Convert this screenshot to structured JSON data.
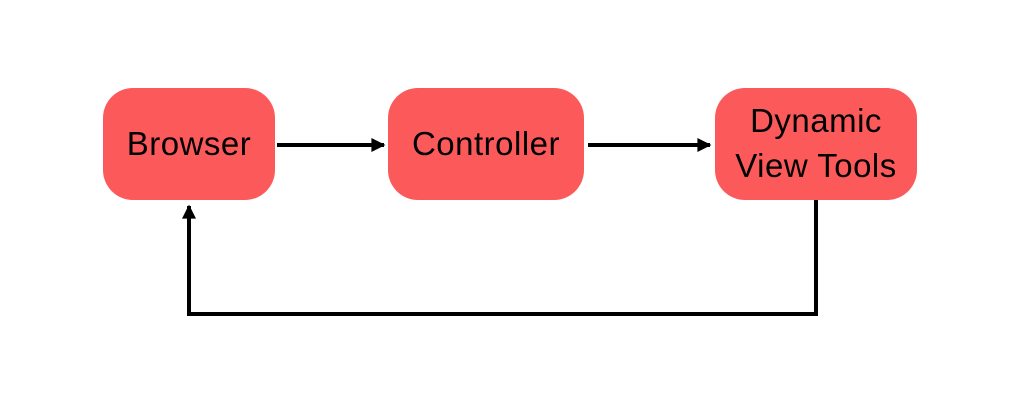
{
  "diagram": {
    "background_color": "#ffffff",
    "node_fill_color": "#FC5A5A",
    "node_text_color": "#000000",
    "arrow_color": "#000000",
    "nodes": [
      {
        "id": "browser",
        "label": "Browser"
      },
      {
        "id": "controller",
        "label": "Controller"
      },
      {
        "id": "dynamic-view-tools",
        "label": "Dynamic View Tools"
      }
    ],
    "edges": [
      {
        "from": "Browser",
        "to": "Controller",
        "style": "straight-right-arrow"
      },
      {
        "from": "Controller",
        "to": "Dynamic View Tools",
        "style": "straight-right-arrow"
      },
      {
        "from": "Dynamic View Tools",
        "to": "Browser",
        "style": "orthogonal-feedback-arrow"
      }
    ]
  }
}
